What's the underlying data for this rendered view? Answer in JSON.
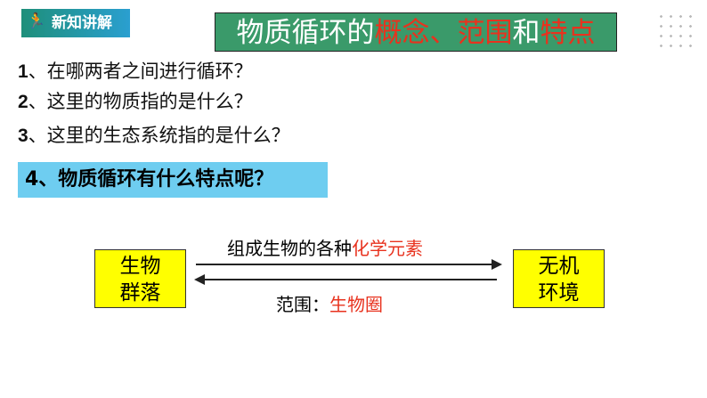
{
  "badge": "新知讲解",
  "title": {
    "p1": "物质循环的",
    "p2": "概念、范围",
    "p3": "和",
    "p4": "特点"
  },
  "questions": [
    {
      "num": "1",
      "text": "、在哪两者之间进行循环？"
    },
    {
      "num": "2",
      "text": "、这里的物质指的是什么？"
    },
    {
      "num": "3",
      "text": "、这里的生态系统指的是什么？"
    }
  ],
  "q4": "4、物质循环有什么特点呢？",
  "diagram": {
    "left_box": [
      "生物",
      "群落"
    ],
    "right_box": [
      "无机",
      "环境"
    ],
    "top_label": "组成生物的各种",
    "top_label_red": "化学元素",
    "bottom_label": "范围：",
    "bottom_label_red": "生物圈"
  }
}
